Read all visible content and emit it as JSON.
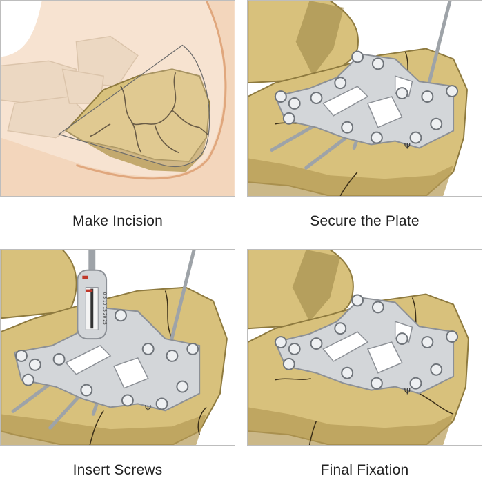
{
  "steps": [
    {
      "label": "Make Incision"
    },
    {
      "label": "Secure the Plate"
    },
    {
      "label": "Insert Screws"
    },
    {
      "label": "Final Fixation"
    }
  ],
  "gauge": {
    "scale": "0 5 10 15 20 25"
  },
  "colors": {
    "skin": "#f5dcc6",
    "skin_shadow": "#e9b995",
    "bone": "#d9c27f",
    "bone_dark": "#b59a55",
    "bone_shadow": "#8e7a3f",
    "plate": "#d3d6d9",
    "plate_edge": "#8c9096",
    "hole": "#6f747a",
    "wire": "#b8bcc0",
    "crack": "#3a2e18",
    "gauge_red": "#c0392b"
  },
  "icons": {
    "plate_logo": "trident-logo-icon"
  }
}
